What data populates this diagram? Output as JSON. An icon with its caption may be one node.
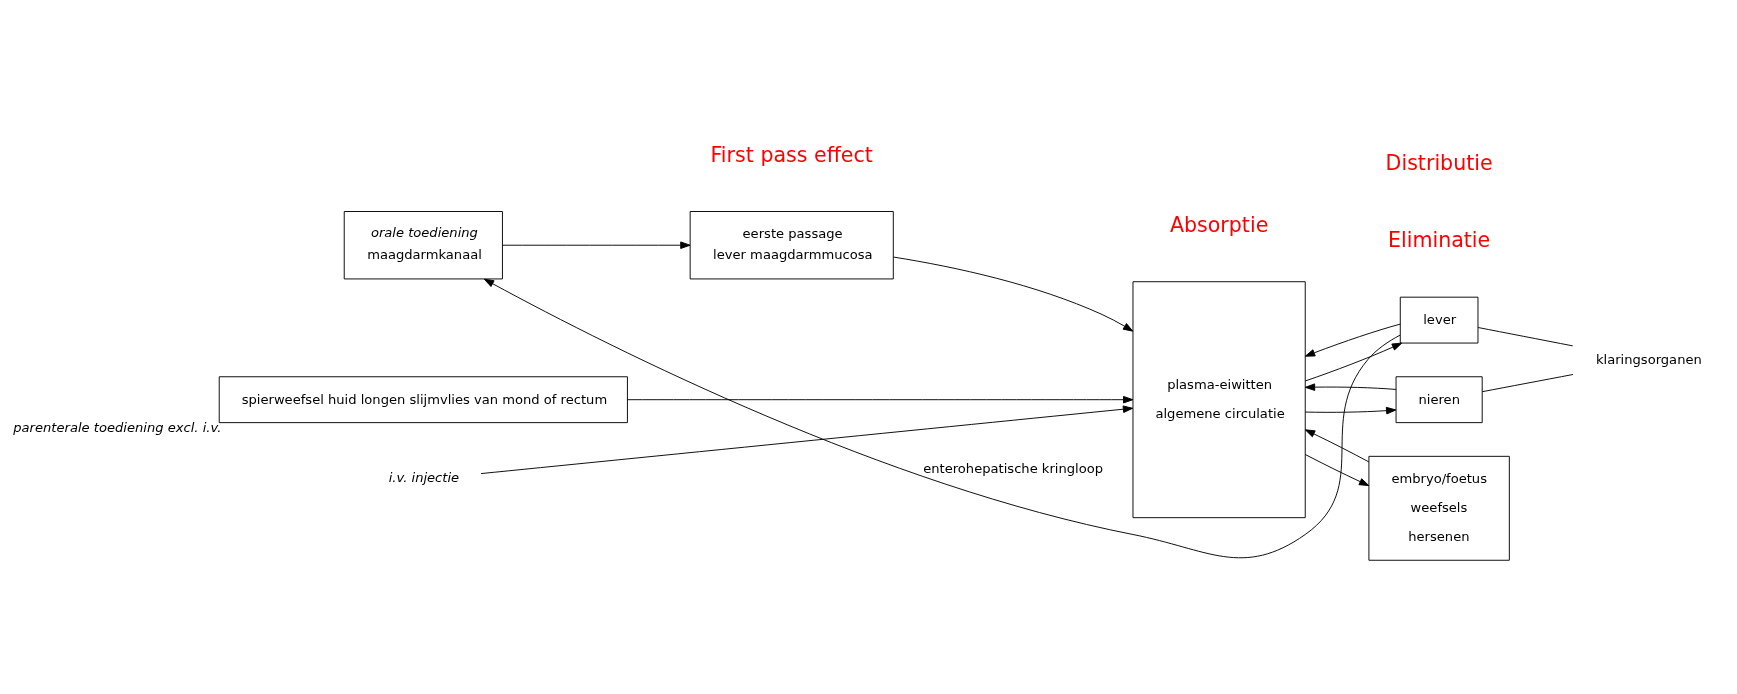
{
  "diagram": {
    "nodes": [
      {
        "text": [
          "orale toediening",
          "maagdarmkanaal"
        ]
      },
      {
        "text": [
          "eerste passage",
          "lever maagdarmmucosa"
        ]
      },
      {
        "text": [
          "spierweefsel huid longen slijmvlies van mond of rectum"
        ],
        "beside": [
          "parenterale toediening excl. i.v."
        ]
      },
      {
        "text": [
          "i.v. injectie"
        ]
      },
      {
        "text": [
          "plasma-eiwitten",
          "algemene circulatie"
        ]
      },
      {
        "text": [
          "lever"
        ]
      },
      {
        "text": [
          "nieren"
        ]
      },
      {
        "text": [
          "klaringsorganen"
        ]
      },
      {
        "text": [
          "embryo/foetus",
          "weefsels",
          "hersenen"
        ]
      }
    ],
    "edges": [
      {
        "from": 0,
        "to": 1,
        "arrow": "to"
      },
      {
        "from": 1,
        "to": 4,
        "arrow": "to"
      },
      {
        "from": 2,
        "to": 4,
        "arrow": "to"
      },
      {
        "from": 3,
        "to": 4,
        "arrow": "to"
      },
      {
        "from": 4,
        "to": 5,
        "arrow": "to"
      },
      {
        "from": 5,
        "to": 4,
        "arrow": "to"
      },
      {
        "from": 4,
        "to": 6,
        "arrow": "to"
      },
      {
        "from": 6,
        "to": 4,
        "arrow": "to"
      },
      {
        "from": 4,
        "to": 8,
        "arrow": "to"
      },
      {
        "from": 8,
        "to": 4,
        "arrow": "to"
      },
      {
        "from": 5,
        "to": 7,
        "arrow": "none"
      },
      {
        "from": 6,
        "to": 7,
        "arrow": "none"
      },
      {
        "from": 5,
        "to": 0,
        "arrow": "to",
        "label": "enterohepatische kringloop"
      }
    ],
    "labels": [
      "First pass effect",
      "Eliminatie",
      "Absorptie",
      "Distributie"
    ]
  }
}
